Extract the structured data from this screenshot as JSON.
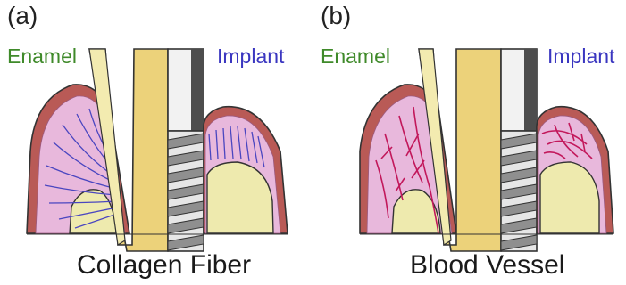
{
  "panels": [
    {
      "letter": "(a)",
      "left_label": "Enamel",
      "right_label": "Implant",
      "caption": "Collagen Fiber"
    },
    {
      "letter": "(b)",
      "left_label": "Enamel",
      "right_label": "Implant",
      "caption": "Blood Vessel"
    }
  ],
  "colors": {
    "gum_outer": "#b95a56",
    "gum_inner": "#e8b8dc",
    "bone": "#eeeaae",
    "tooth": "#ecd27a",
    "implant_collar": "#f2f2f2",
    "thread": "#8f8f8f",
    "collagen_fiber": "#4a46c0",
    "blood_vessel": "#c2185b",
    "outline": "#333333"
  }
}
